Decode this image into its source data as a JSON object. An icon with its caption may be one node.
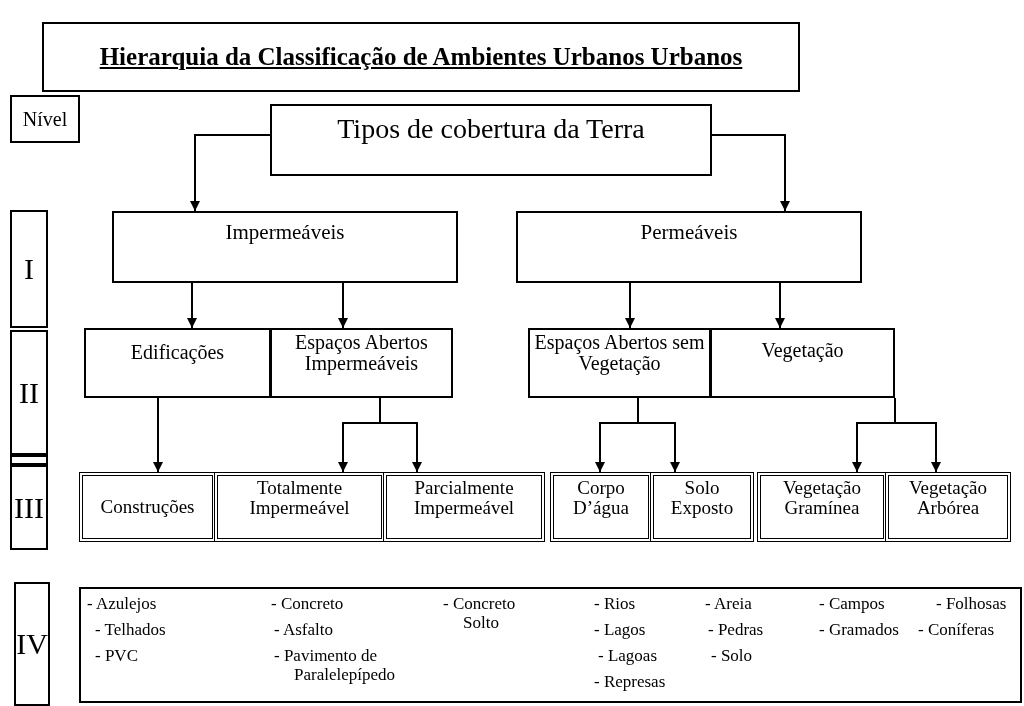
{
  "diagram": {
    "title": "Hierarquia da Classificação de Ambientes Urbanos Urbanos",
    "nodes": [
      {
        "text": [
          "Nível"
        ]
      },
      {
        "text": [
          "I"
        ]
      },
      {
        "text": [
          "II"
        ]
      },
      {
        "text": [],
        "shape": "box"
      },
      {
        "text": [
          "III"
        ]
      },
      {
        "text": [
          "IV"
        ]
      },
      {
        "text": [
          "Tipos de cobertura da Terra"
        ]
      },
      {
        "text": [
          "Impermeáveis"
        ]
      },
      {
        "text": [
          "Permeáveis"
        ]
      },
      {
        "text": [
          "Edificações"
        ]
      },
      {
        "text": [
          "Espaços Abertos Impermeáveis"
        ]
      },
      {
        "text": [
          "Espaços Abertos sem Vegetação"
        ]
      },
      {
        "text": [
          "Vegetação"
        ]
      },
      {
        "text": [
          "Construções"
        ]
      },
      {
        "text": [
          "Totalmente Impermeável"
        ]
      },
      {
        "text": [
          "Parcialmente Impermeável"
        ]
      },
      {
        "text": [
          "Corpo D’água"
        ]
      },
      {
        "text": [
          "Solo Exposto"
        ]
      },
      {
        "text": [
          "Vegetação Gramínea"
        ]
      },
      {
        "text": [
          "Vegetação Arbórea"
        ]
      },
      {
        "text": [
          "- Azulejos",
          "- Telhados",
          "- PVC",
          "- Concreto",
          "- Asfalto",
          "- Pavimento de Paralelepípedo",
          "- Concreto Solto",
          "- Rios",
          "- Lagos",
          "- Lagoas",
          "- Represas",
          "- Areia",
          "- Pedras",
          "- Solo",
          "- Campos",
          "- Gramados",
          "- Folhosas",
          "- Coníferas"
        ]
      }
    ],
    "edges": [
      {
        "from": 6,
        "to": 7,
        "arrow": "to"
      },
      {
        "from": 6,
        "to": 8,
        "arrow": "to"
      },
      {
        "from": 7,
        "to": 9,
        "arrow": "to"
      },
      {
        "from": 7,
        "to": 10,
        "arrow": "to"
      },
      {
        "from": 8,
        "to": 11,
        "arrow": "to"
      },
      {
        "from": 8,
        "to": 12,
        "arrow": "to"
      },
      {
        "from": 9,
        "to": 13,
        "arrow": "to"
      },
      {
        "from": 10,
        "to": 14,
        "arrow": "to"
      },
      {
        "from": 10,
        "to": 15,
        "arrow": "to"
      },
      {
        "from": 11,
        "to": 16,
        "arrow": "to"
      },
      {
        "from": 11,
        "to": 17,
        "arrow": "to"
      },
      {
        "from": 12,
        "to": 18,
        "arrow": "to"
      },
      {
        "from": 12,
        "to": 19,
        "arrow": "to"
      }
    ]
  }
}
